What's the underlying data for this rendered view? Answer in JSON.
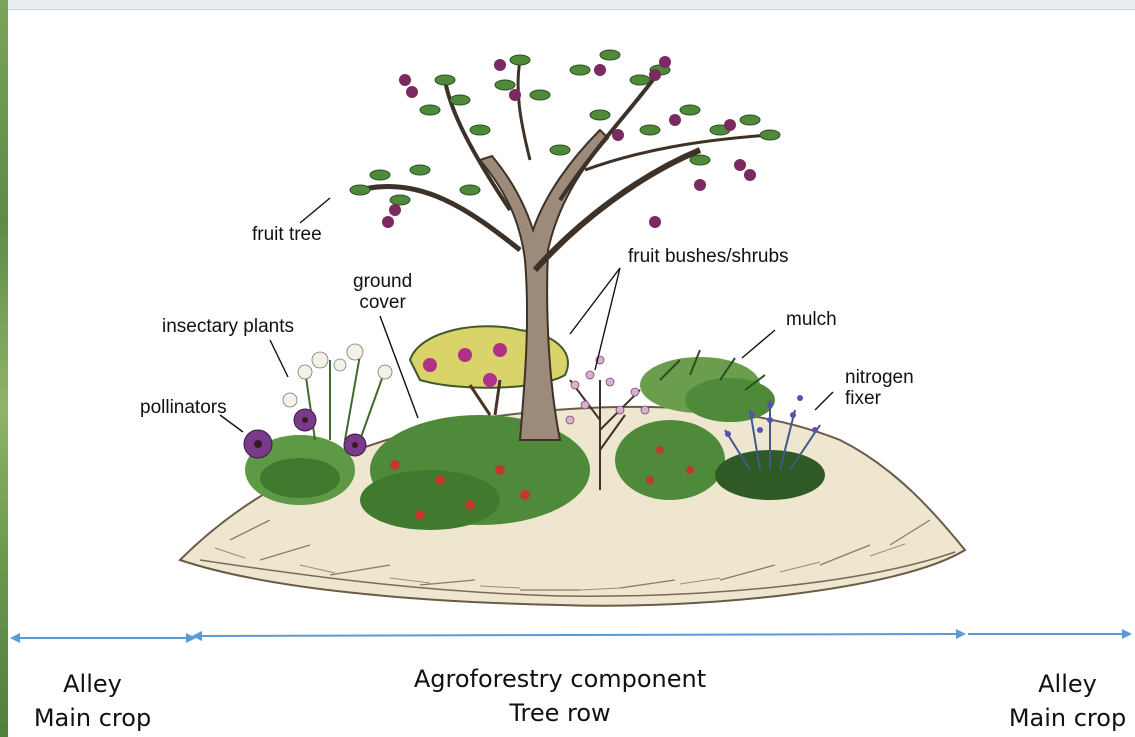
{
  "labels": {
    "fruit_tree": "fruit tree",
    "ground_cover": "ground\ncover",
    "fruit_bushes": "fruit bushes/shrubs",
    "insectary": "insectary plants",
    "mulch": "mulch",
    "nitrogen_fixer": "nitrogen\nfixer",
    "pollinators": "pollinators"
  },
  "zones": {
    "left": {
      "line1": "Alley",
      "line2": "Main crop"
    },
    "center": {
      "line1": "Agroforestry component",
      "line2": "Tree row"
    },
    "right": {
      "line1": "Alley",
      "line2": "Main crop"
    }
  },
  "colors": {
    "arrow": "#5b9bd5",
    "leaf": "#4f8a3a",
    "fruit": "#8b2d6b",
    "trunk": "#8a7a6a",
    "mulch": "#efe6cf"
  }
}
